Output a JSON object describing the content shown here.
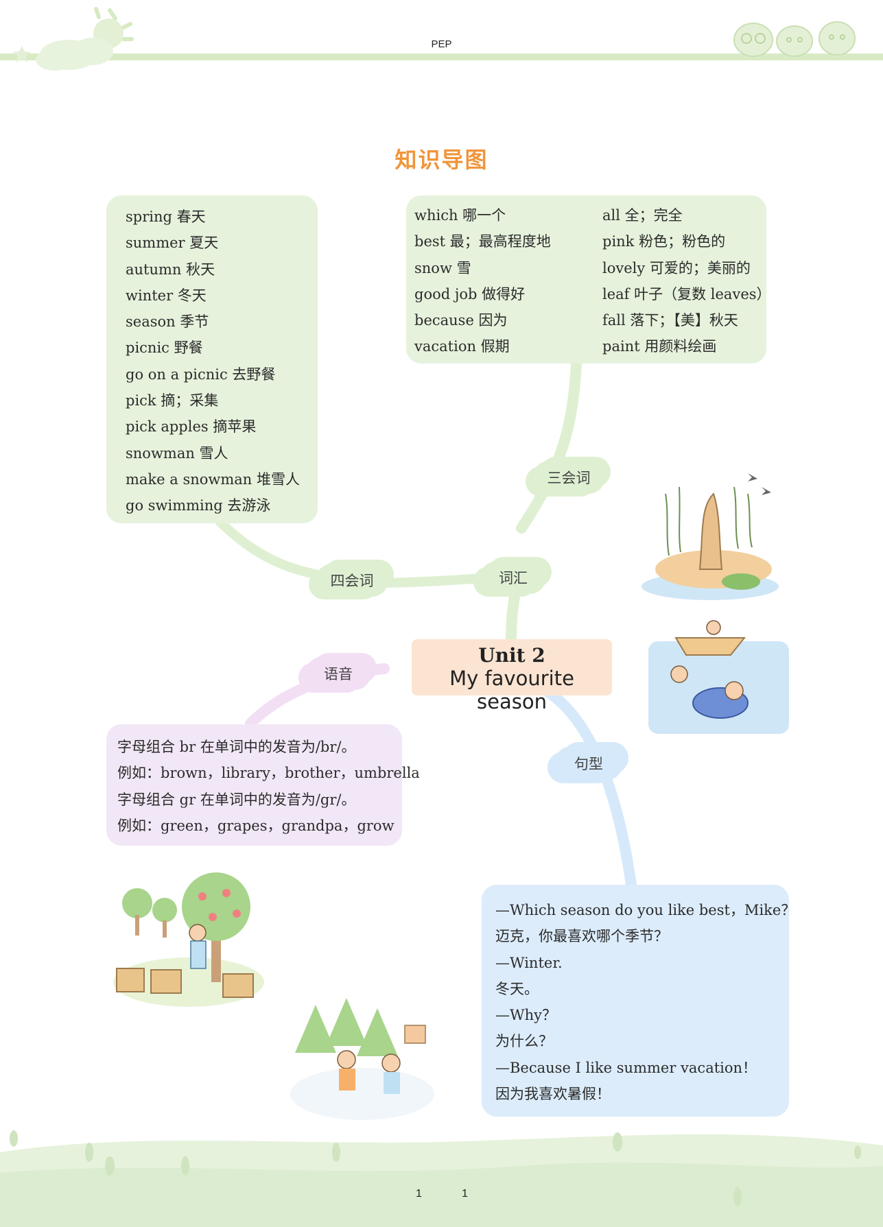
{
  "header": {
    "label": "PEP"
  },
  "title": "知识导图",
  "four_skill_words": {
    "items": [
      "spring 春天",
      "summer 夏天",
      "autumn 秋天",
      "winter 冬天",
      "season 季节",
      "picnic 野餐",
      "go on a picnic 去野餐",
      "pick 摘；采集",
      "pick apples 摘苹果",
      "snowman 雪人",
      "make a snowman 堆雪人",
      "go swimming 去游泳"
    ]
  },
  "three_skill_words": {
    "col1": [
      "which 哪一个",
      "best 最；最高程度地",
      "snow 雪",
      "good job 做得好",
      "because 因为",
      "vacation 假期"
    ],
    "col2": [
      "all 全；完全",
      "pink 粉色；粉色的",
      "lovely 可爱的；美丽的",
      "leaf 叶子（复数 leaves）",
      "fall 落下；【美】秋天",
      "paint 用颜料绘画"
    ]
  },
  "clouds": {
    "three": "三会词",
    "four": "四会词",
    "vocab": "词汇",
    "phonics": "语音",
    "sentence": "句型"
  },
  "center": {
    "unit": "Unit 2",
    "subtitle": "My favourite season"
  },
  "phonics": {
    "lines": [
      "字母组合 br 在单词中的发音为/br/。",
      "例如：brown，library，brother，umbrella",
      "字母组合 gr 在单词中的发音为/gr/。",
      "例如：green，grapes，grandpa，grow"
    ]
  },
  "sentences": {
    "lines": [
      "—Which season do you like best，Mike？",
      "迈克，你最喜欢哪个季节？",
      "—Winter.",
      "冬天。",
      "—Why？",
      "为什么？",
      "—Because I like summer vacation！",
      "因为我喜欢暑假！"
    ]
  },
  "footer": {
    "left": "1",
    "right": "1"
  },
  "colors": {
    "title": "#f0953a",
    "green_box": "#e6f2dc",
    "pink_box": "#f2e7f6",
    "blue_box": "#dcecfb",
    "center_box": "#fbe4d2"
  },
  "icons": [
    "sun-cloud-icon",
    "animal-faces-icon",
    "willow-tree-illustration",
    "swimming-kids-illustration",
    "apple-picking-illustration",
    "skating-kids-illustration",
    "grass-hills-footer"
  ]
}
